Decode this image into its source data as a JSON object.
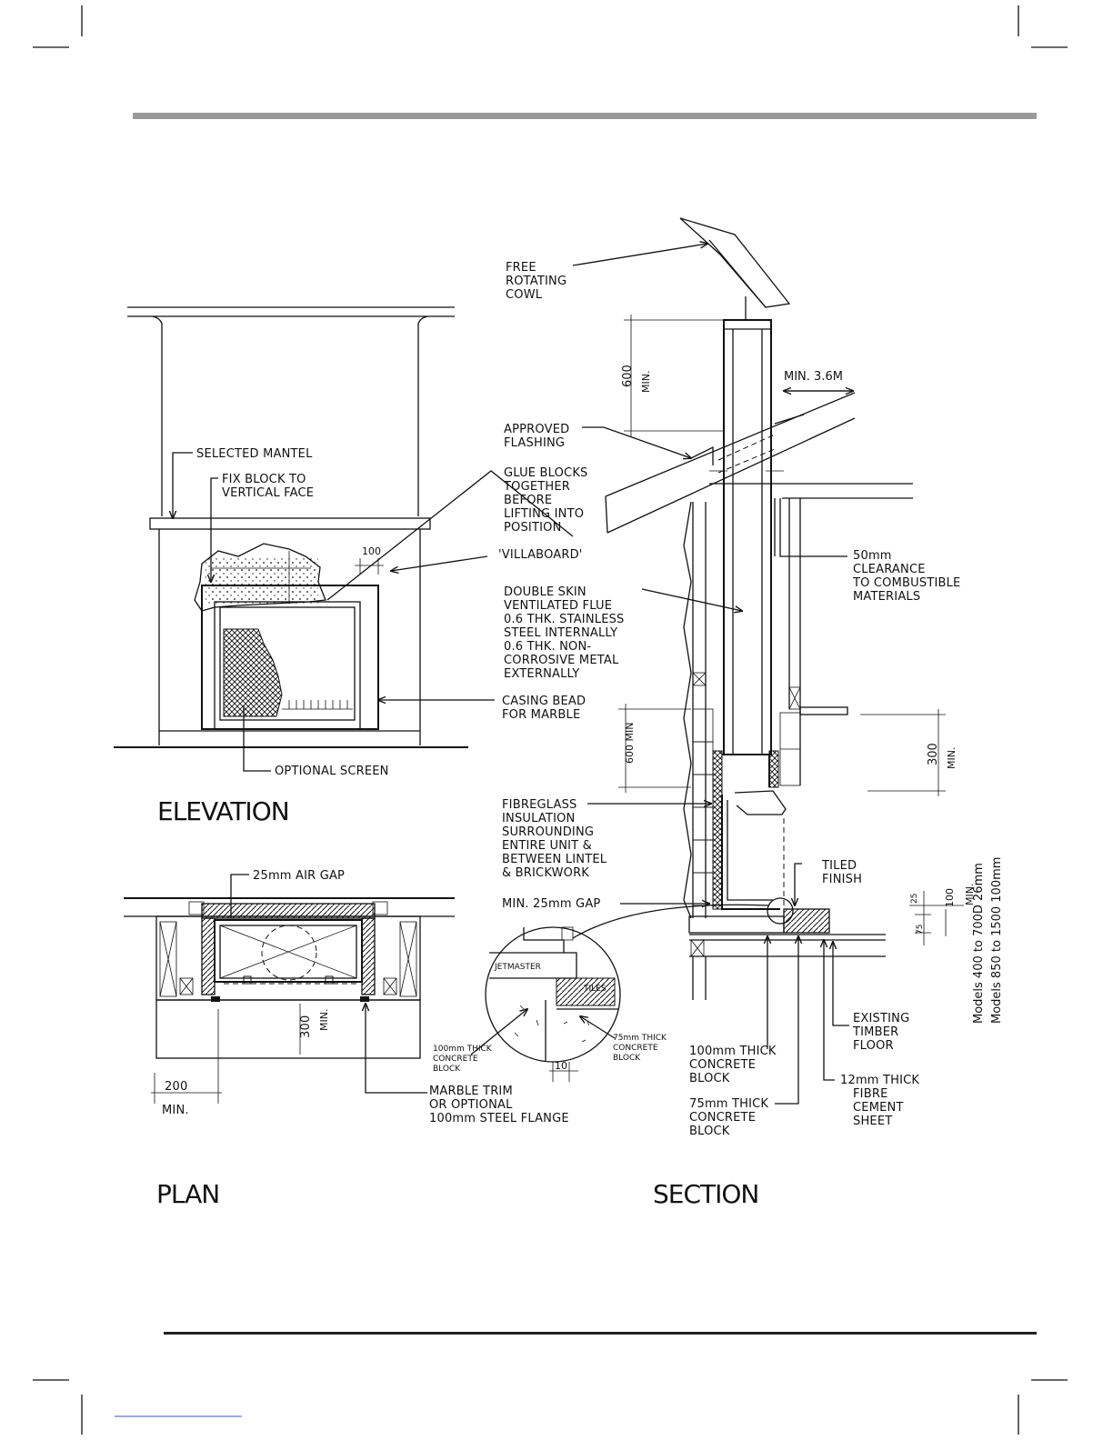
{
  "elevation": {
    "title": "ELEVATION",
    "labels": {
      "mantel": "SELECTED MANTEL",
      "fix_block_1": "FIX BLOCK TO",
      "fix_block_2": "VERTICAL FACE",
      "screen": "OPTIONAL SCREEN",
      "dim_100": "100"
    }
  },
  "plan": {
    "title": "PLAN",
    "labels": {
      "air_gap": "25mm AIR GAP",
      "dim_300": "300",
      "dim_300_min": "MIN.",
      "dim_200": "200",
      "dim_200_min": "MIN.",
      "marble_1": "MARBLE TRIM",
      "marble_2": "OR OPTIONAL",
      "marble_3": "100mm STEEL FLANGE"
    }
  },
  "section": {
    "title": "SECTION",
    "labels": {
      "cowl": [
        "FREE",
        "ROTATING",
        "COWL"
      ],
      "flashing": [
        "APPROVED",
        "FLASHING"
      ],
      "glue": [
        "GLUE BLOCKS",
        "TOGETHER",
        "BEFORE",
        "LIFTING INTO",
        "POSITION"
      ],
      "villaboard": "'VILLABOARD'",
      "flue": [
        "DOUBLE SKIN",
        "VENTILATED FLUE",
        "0.6 THK. STAINLESS",
        "STEEL INTERNALLY",
        "0.6 THK. NON-",
        "CORROSIVE METAL",
        "EXTERNALLY"
      ],
      "casing": [
        "CASING BEAD",
        "FOR MARBLE"
      ],
      "fibreglass": [
        "FIBREGLASS",
        "INSULATION",
        "SURROUNDING",
        "ENTIRE UNIT &",
        "BETWEEN LINTEL",
        "& BRICKWORK"
      ],
      "min_gap": "MIN. 25mm GAP",
      "clearance": [
        "50mm",
        "CLEARANCE",
        "TO COMBUSTIBLE",
        "MATERIALS"
      ],
      "min_36": "MIN. 3.6M",
      "dim_600": "600",
      "dim_600_min": "MIN.",
      "dim_600_min2": "600 MIN",
      "dim_300": "300",
      "dim_300_min": "MIN.",
      "tiled": [
        "TILED",
        "FINISH"
      ],
      "dim_100": "100",
      "dim_100_min": "MIN.",
      "dim_25": "25",
      "dim_75": "75",
      "models_1": "Models 400 to 700D 26mm",
      "models_2": "Models 850 to 1500 100mm",
      "timber": [
        "EXISTING",
        "TIMBER",
        "FLOOR"
      ],
      "fibre_cement": [
        "12mm THICK",
        "FIBRE",
        "CEMENT",
        "SHEET"
      ],
      "block100": [
        "100mm THICK",
        "CONCRETE",
        "BLOCK"
      ],
      "block75": [
        "75mm THICK",
        "CONCRETE",
        "BLOCK"
      ],
      "detail_jetmaster": "JETMASTER",
      "detail_tiles": "TILES",
      "detail_100": [
        "100mm THICK",
        "CONCRETE",
        "BLOCK"
      ],
      "detail_75": [
        "75mm THICK",
        "CONCRETE",
        "BLOCK"
      ],
      "detail_10": "10"
    }
  }
}
